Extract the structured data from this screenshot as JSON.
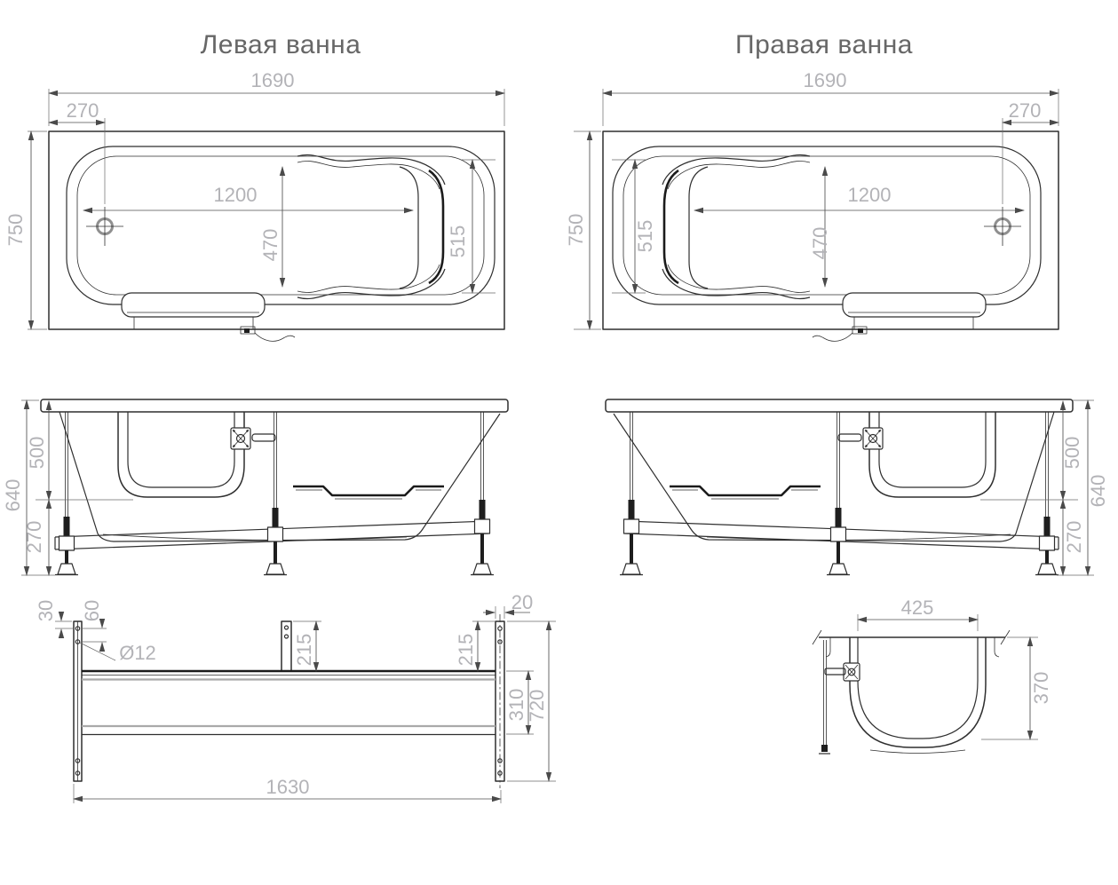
{
  "drawing": {
    "type": "technical-drawing",
    "subject": "bathtub-with-frame",
    "titles": {
      "left": "Левая ванна",
      "right": "Правая ванна"
    },
    "colors": {
      "background": "#ffffff",
      "outline": "#2f2f2f",
      "dimension_line": "#4f4f4f",
      "dimension_text": "#b3b3b7",
      "title_text": "#676767",
      "light_rail": "#a9a9a9"
    },
    "dims": {
      "top": {
        "length": "1690",
        "drain_offset": "270",
        "width": "750",
        "inner_length": "1200",
        "inner_width": "470",
        "seat_width": "515"
      },
      "side": {
        "height": "640",
        "bowl_depth": "500",
        "frame_height": "270"
      },
      "frame": {
        "edge_offset": "30",
        "hole_spacing": "60",
        "hole_diameter": "Ø12",
        "center_post": "215",
        "side_post": "215",
        "flange": "20",
        "rail_spacing": "310",
        "height": "720",
        "length": "1630"
      },
      "section": {
        "top_width": "425",
        "depth": "370"
      }
    }
  }
}
